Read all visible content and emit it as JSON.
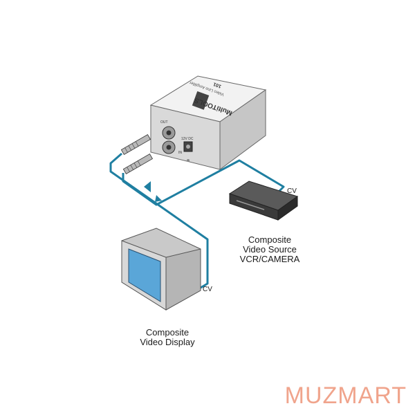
{
  "device": {
    "brand": "MultiTOOLS",
    "model": "101",
    "product_line": "Video Line Amplifier",
    "ports": {
      "input": "IN",
      "output": "OUT",
      "power": "12V DC"
    }
  },
  "source": {
    "label_line1": "Composite",
    "label_line2": "Video Source",
    "label_line3": "VCR/CAMERA",
    "port_label": "CV"
  },
  "display": {
    "label_line1": "Composite",
    "label_line2": "Video Display",
    "port_label": "CV"
  },
  "watermark": {
    "text_a": "MUZM",
    "text_b": "ART",
    "color": "#f0a48c"
  },
  "colors": {
    "cable": "#1f7fa1",
    "chassis": "#e4e4e4",
    "screen": "#5aa6d8"
  }
}
